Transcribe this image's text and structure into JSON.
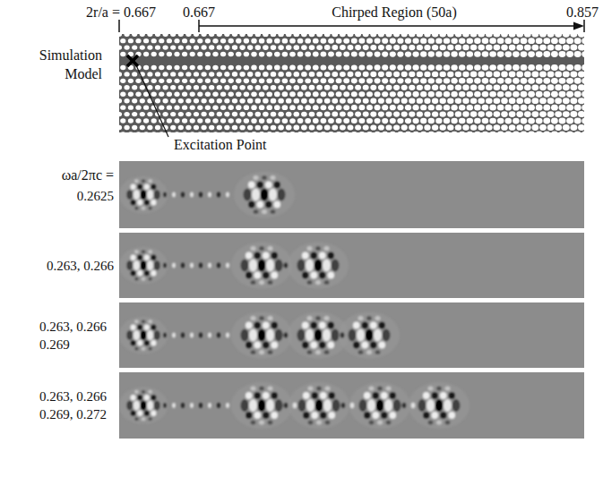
{
  "diagram": {
    "labels": [
      "2r/a = 0.667",
      "0.667",
      "Chirped Region (50a)",
      "0.857",
      "Simulation Model",
      "Excitation Point",
      "ωa/2πc =",
      "0.2625",
      "0.263, 0.266",
      "0.263, 0.266 0.269",
      "0.263, 0.266 0.269, 0.272"
    ]
  }
}
